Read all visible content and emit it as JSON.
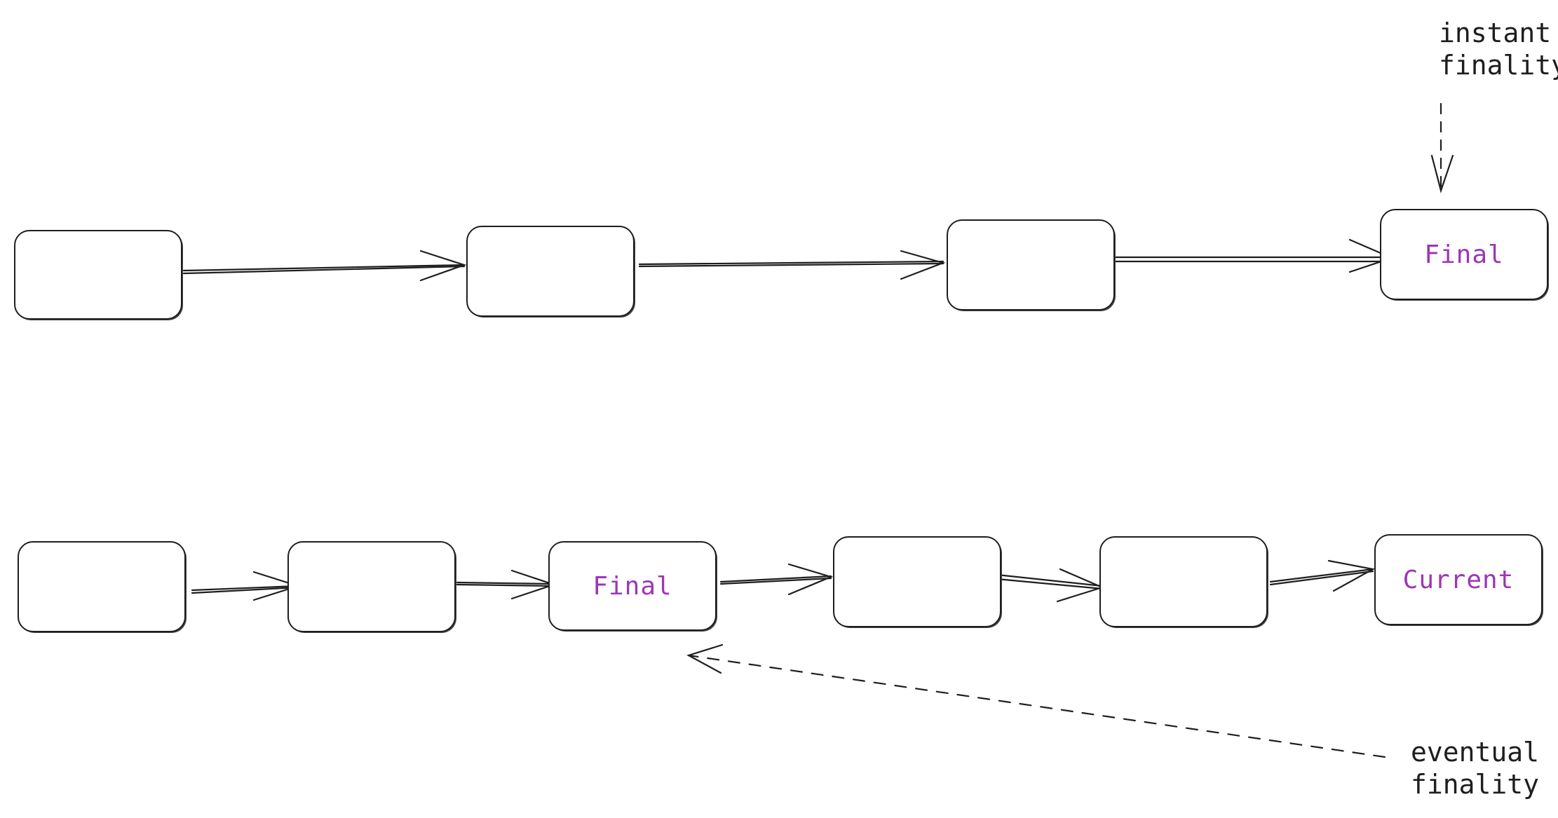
{
  "top_chain": {
    "blocks": [
      "",
      "",
      "",
      "Final"
    ],
    "annotation": [
      "instant",
      "finality"
    ]
  },
  "bottom_chain": {
    "blocks": [
      "",
      "",
      "Final",
      "",
      "",
      "Current"
    ],
    "annotation": [
      "eventual",
      "finality"
    ]
  },
  "colors": {
    "stroke": "#1e1e1e",
    "label": "#9c36b5"
  }
}
